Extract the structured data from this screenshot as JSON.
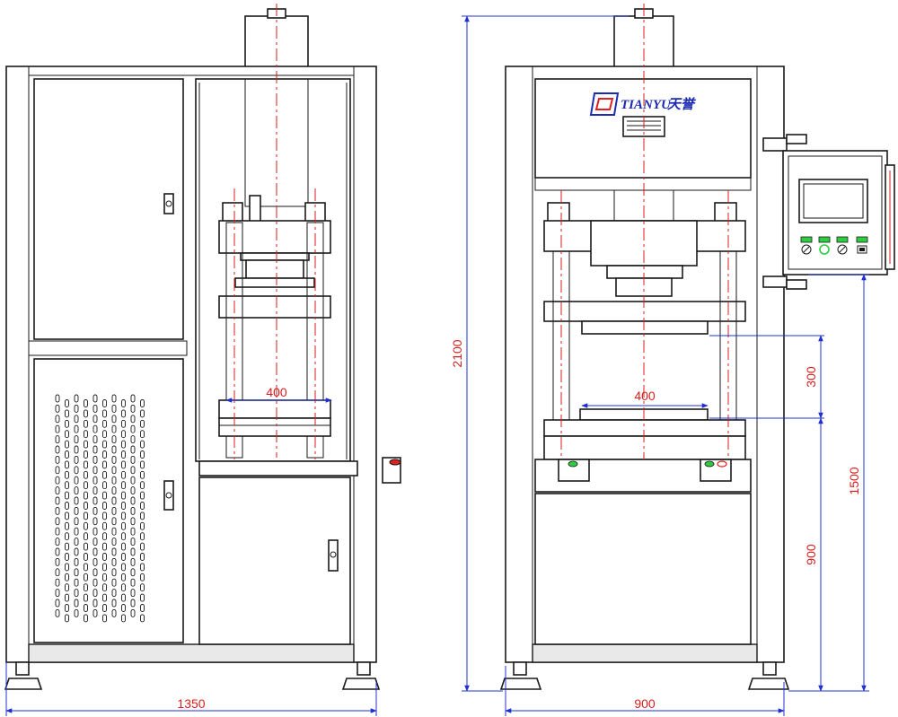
{
  "brand": {
    "name_latin": "TIANYU",
    "name_cn": "天誉"
  },
  "colors": {
    "dimension_line": "#2030d0",
    "dimension_text": "#d81e1e",
    "centerline": "#d81e1e",
    "indicator_green": "#2ecc40",
    "indicator_red": "#e02020",
    "logo_blue": "#1c2bb0"
  },
  "dimensions": {
    "side_width": "1350",
    "side_platen": "400",
    "front_width": "900",
    "front_platen": "400",
    "total_height": "2100",
    "stroke": "300",
    "table_height": "900",
    "panel_height": "1500"
  }
}
